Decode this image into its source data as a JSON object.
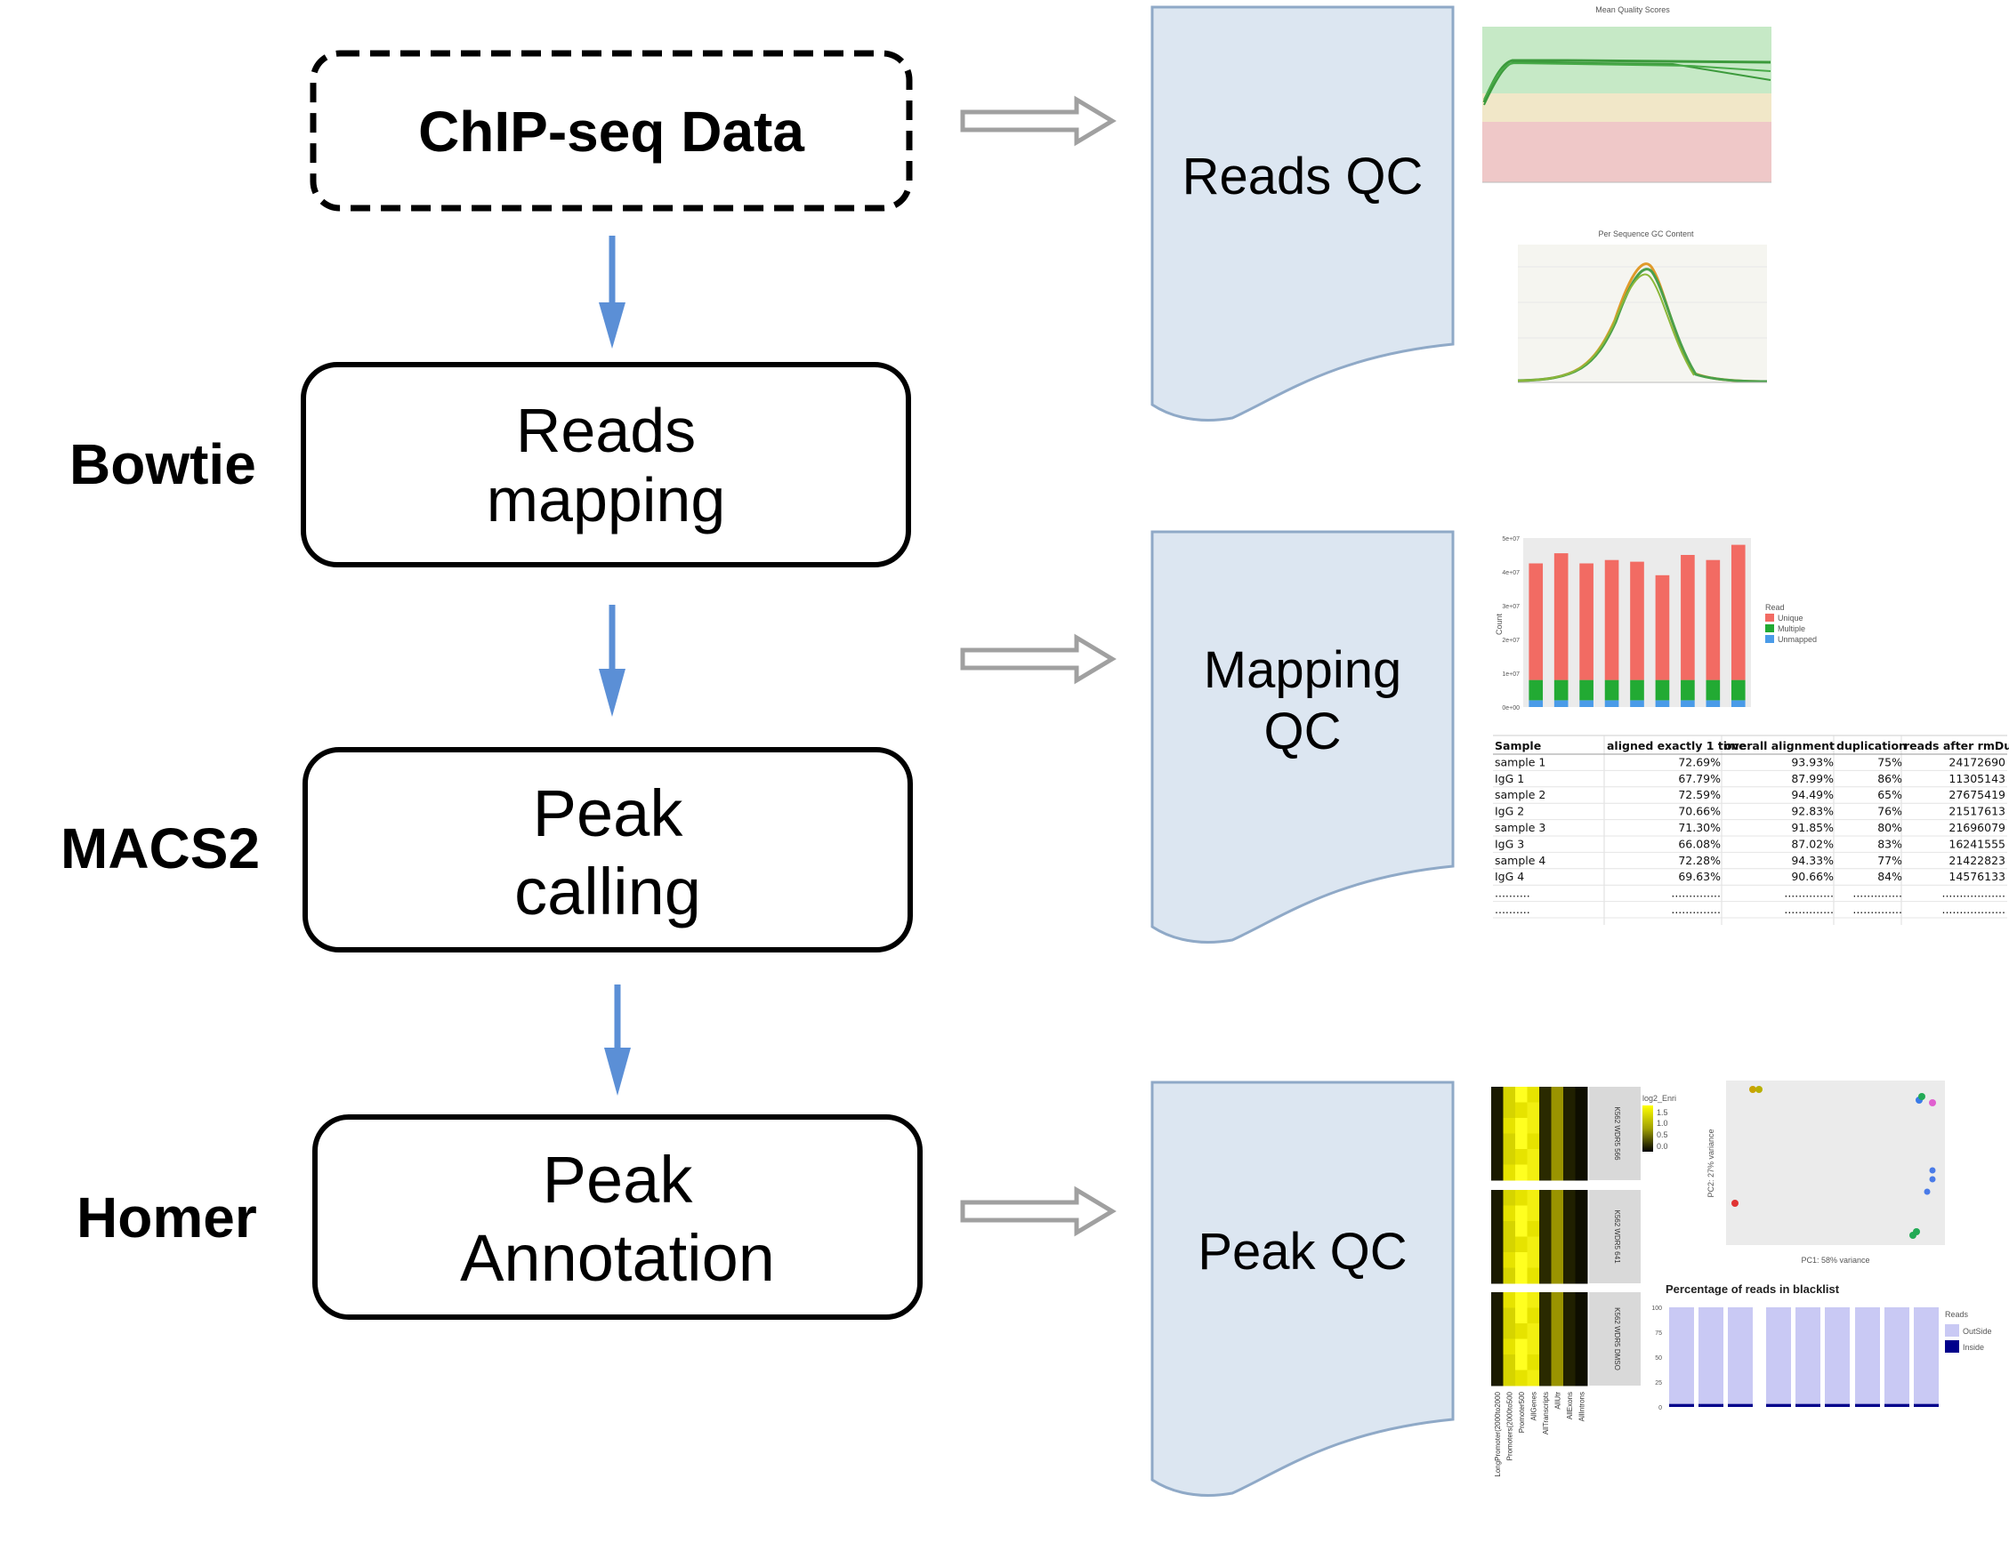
{
  "steps": {
    "data": "ChIP-seq Data",
    "mapping": [
      "Reads",
      "mapping"
    ],
    "calling": [
      "Peak",
      "calling"
    ],
    "annotation": [
      "Peak",
      "Annotation"
    ]
  },
  "tools": {
    "bowtie": "Bowtie",
    "macs2": "MACS2",
    "homer": "Homer"
  },
  "qc": {
    "reads": [
      "Reads QC"
    ],
    "mapping": [
      "Mapping",
      "QC"
    ],
    "peak": [
      "Peak QC"
    ]
  },
  "colors": {
    "doc_fill": "#dce6f1",
    "doc_stroke": "#8fa9c7",
    "arrow": "#5b8fd6",
    "hollow_arrow": "#a0a0a0"
  },
  "thumbnails": {
    "quality": {
      "title": "Mean Quality Scores"
    },
    "gc": {
      "title": "Per Sequence GC Content"
    },
    "mapping_bars": {
      "legend_title": "Read",
      "legend": [
        "Unique",
        "Multiple",
        "Unmapped"
      ],
      "y_ticks": [
        "5e+07",
        "4e+07",
        "3e+07",
        "2e+07",
        "1e+07",
        "0e+00"
      ],
      "ylabel": "Count",
      "unique": [
        0.69,
        0.75,
        0.69,
        0.71,
        0.7,
        0.62,
        0.74,
        0.71,
        0.8
      ],
      "multiple": [
        0.12,
        0.12,
        0.12,
        0.12,
        0.12,
        0.12,
        0.12,
        0.12,
        0.12
      ],
      "unmapped": [
        0.04,
        0.04,
        0.04,
        0.04,
        0.04,
        0.04,
        0.04,
        0.04,
        0.04
      ]
    },
    "table": {
      "headers": [
        "Sample",
        "aligned exactly 1 time",
        "overall alignment",
        "duplication",
        "reads after rmDup"
      ],
      "rows": [
        [
          "sample 1",
          "72.69%",
          "93.93%",
          "75%",
          "24172690"
        ],
        [
          "IgG 1",
          "67.79%",
          "87.99%",
          "86%",
          "11305143"
        ],
        [
          "sample 2",
          "72.59%",
          "94.49%",
          "65%",
          "27675419"
        ],
        [
          "IgG 2",
          "70.66%",
          "92.83%",
          "76%",
          "21517613"
        ],
        [
          "sample 3",
          "71.30%",
          "91.85%",
          "80%",
          "21696079"
        ],
        [
          "IgG 3",
          "66.08%",
          "87.02%",
          "83%",
          "16241555"
        ],
        [
          "sample 4",
          "72.28%",
          "94.33%",
          "77%",
          "21422823"
        ],
        [
          "IgG 4",
          "69.63%",
          "90.66%",
          "84%",
          "14576133"
        ],
        [
          "..........",
          "..............",
          "..............",
          "..............",
          ".................."
        ],
        [
          "..........",
          "..............",
          "..............",
          "..............",
          ".................."
        ]
      ]
    },
    "heatmap": {
      "legend_title": "log2_Enri",
      "legend_ticks": [
        "1.5",
        "1.0",
        "0.5",
        "0.0"
      ],
      "panels": [
        "K562 WDR5 566",
        "K562 WDR5 641",
        "K562 WDR5 DMSO"
      ],
      "columns": [
        "LongPromoter(2000to2000",
        "Promoters(2000to500",
        "Promoter500",
        "AllGenes",
        "AllTranscripts",
        "AllUtr",
        "AllExons",
        "AllIntrons"
      ]
    },
    "pca": {
      "xlabel": "PC1: 58% variance",
      "ylabel": "PC2: 27% variance"
    },
    "blacklist": {
      "title": "Percentage of reads in blacklist",
      "legend_title": "Reads",
      "legend": [
        "OutSide",
        "Inside"
      ],
      "y_ticks": [
        "100",
        "75",
        "50",
        "25",
        "0"
      ],
      "outside_pct": [
        97,
        97,
        97,
        97,
        97,
        97,
        97,
        97,
        97
      ],
      "inside_pct": [
        3,
        3,
        3,
        3,
        3,
        3,
        3,
        3,
        3
      ]
    }
  }
}
